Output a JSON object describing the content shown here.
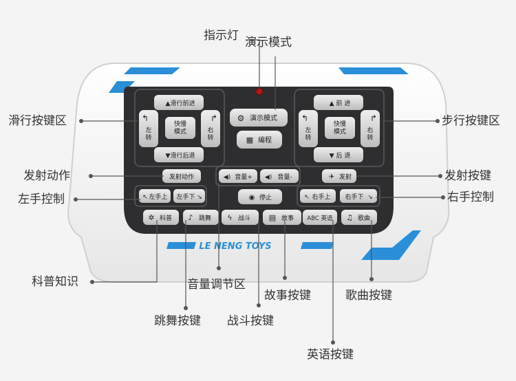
{
  "brand": "LE NENG TOYS",
  "colors": {
    "accent": "#2a8fd8",
    "panel": "#2e2e30",
    "key": "#d9d9d9",
    "body": "#ffffff",
    "indicator": "#b01818"
  },
  "keys": {
    "slide_forward": "滑行前进",
    "slide_left": "左\n转",
    "slide_mode": "快慢\n模式",
    "slide_right": "右\n转",
    "slide_back": "滑行后退",
    "demo": "演示模式",
    "program": "编程",
    "walk_forward": "前 进",
    "walk_left": "左\n转",
    "walk_mode": "快慢\n模式",
    "walk_right": "右\n转",
    "walk_back": "后 退",
    "launch_action": "发射动作",
    "volume_up": "音量+",
    "volume_down": "音量-",
    "launch": "发射",
    "left_up": "左手上",
    "left_down": "左手下",
    "stop": "停止",
    "right_up": "右手上",
    "right_down": "右手下",
    "science": "科普",
    "dance": "跳舞",
    "fight": "战斗",
    "story": "故事",
    "english": "ABC 英语",
    "song": "歌曲"
  },
  "callouts": {
    "indicator": "指示灯",
    "demo_mode": "演示模式",
    "slide_zone": "滑行按键区",
    "walk_zone": "步行按键区",
    "launch_action": "发射动作",
    "launch_key": "发射按键",
    "left_hand": "左手控制",
    "right_hand": "右手控制",
    "science": "科普知识",
    "volume": "音量调节区",
    "story": "故事按键",
    "song": "歌曲按键",
    "dance": "跳舞按键",
    "fight": "战斗按键",
    "english": "英语按键"
  }
}
